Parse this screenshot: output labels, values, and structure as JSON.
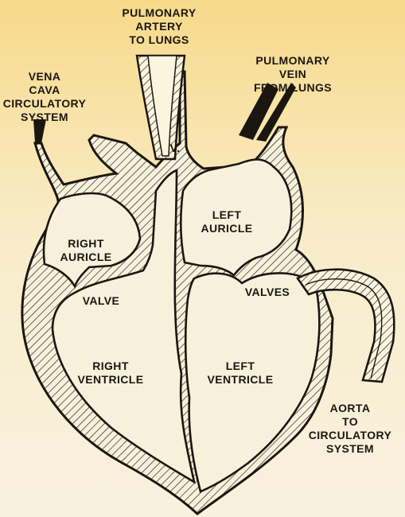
{
  "colors": {
    "background_top": "#f7d98a",
    "background_bottom": "#f8f1e0",
    "ink": "#1b1610",
    "chamber_fill": "#fbf4df"
  },
  "labels": {
    "pulmonary_artery": [
      "PULMONARY",
      "ARTERY",
      "TO LUNGS"
    ],
    "pulmonary_vein": [
      "PULMONARY",
      "VEIN",
      "FROM LUNGS"
    ],
    "vena_cava": [
      "VENA",
      "CAVA",
      "CIRCULATORY",
      "SYSTEM"
    ],
    "valve_v": "V.",
    "left_auricle": [
      "LEFT",
      "AURICLE"
    ],
    "right_auricle": [
      "RIGHT",
      "AURICLE"
    ],
    "valve": "VALVE",
    "valves": "VALVES",
    "right_ventricle": [
      "RIGHT",
      "VENTRICLE"
    ],
    "left_ventricle": [
      "LEFT",
      "VENTRICLE"
    ],
    "aorta": [
      "AORTA",
      "TO",
      "CIRCULATORY",
      "SYSTEM"
    ]
  }
}
